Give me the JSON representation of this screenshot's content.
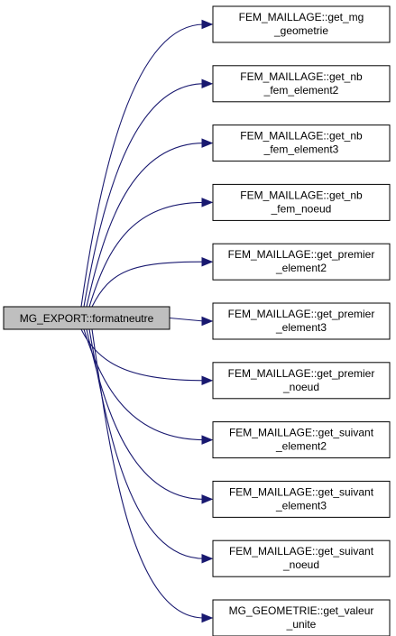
{
  "source": {
    "lines": [
      "MG_EXPORT::formatneutre"
    ]
  },
  "targets": [
    {
      "lines": [
        "FEM_MAILLAGE::get_mg",
        "_geometrie"
      ]
    },
    {
      "lines": [
        "FEM_MAILLAGE::get_nb",
        "_fem_element2"
      ]
    },
    {
      "lines": [
        "FEM_MAILLAGE::get_nb",
        "_fem_element3"
      ]
    },
    {
      "lines": [
        "FEM_MAILLAGE::get_nb",
        "_fem_noeud"
      ]
    },
    {
      "lines": [
        "FEM_MAILLAGE::get_premier",
        "_element2"
      ]
    },
    {
      "lines": [
        "FEM_MAILLAGE::get_premier",
        "_element3"
      ]
    },
    {
      "lines": [
        "FEM_MAILLAGE::get_premier",
        "_noeud"
      ]
    },
    {
      "lines": [
        "FEM_MAILLAGE::get_suivant",
        "_element2"
      ]
    },
    {
      "lines": [
        "FEM_MAILLAGE::get_suivant",
        "_element3"
      ]
    },
    {
      "lines": [
        "FEM_MAILLAGE::get_suivant",
        "_noeud"
      ]
    },
    {
      "lines": [
        "MG_GEOMETRIE::get_valeur",
        "_unite"
      ]
    }
  ],
  "colors": {
    "edge": "#191970",
    "source_fill": "#bfbfbf",
    "target_fill": "#ffffff"
  }
}
